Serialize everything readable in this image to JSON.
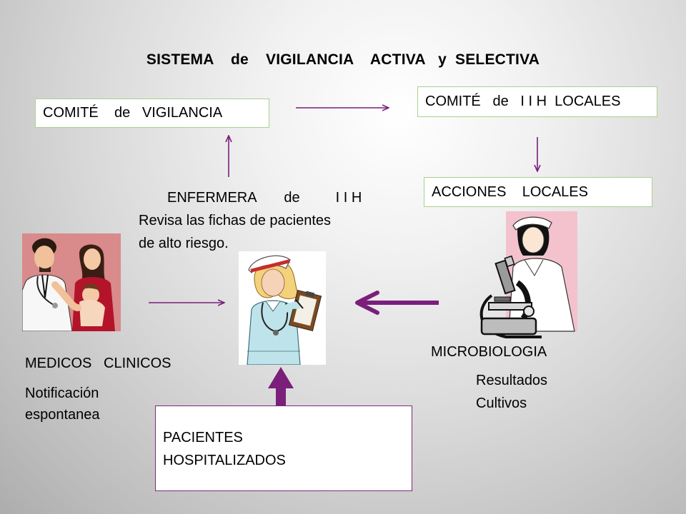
{
  "title": "SISTEMA    de    VIGILANCIA    ACTIVA   y  SELECTIVA",
  "nodes": {
    "comite_vigilancia": "COMITÉ    de   VIGILANCIA",
    "comite_iih_locales": "COMITÉ   de   I I H  LOCALES",
    "acciones_locales": "ACCIONES    LOCALES",
    "enfermera_iih": "ENFERMERA       de         I I H",
    "enfermera_desc_1": "Revisa las fichas de pacientes",
    "enfermera_desc_2": "de alto riesgo.",
    "medicos_clinicos": "MEDICOS   CLINICOS",
    "medicos_desc_1": "Notificación",
    "medicos_desc_2": "espontanea",
    "microbiologia": "MICROBIOLOGIA",
    "micro_desc_1": "Resultados",
    "micro_desc_2": "Cultivos",
    "pacientes_1": "PACIENTES",
    "pacientes_2": "HOSPITALIZADOS"
  },
  "icons": {
    "doctors": "doctors-with-child-illustration",
    "nurse": "nurse-with-clipboard-illustration",
    "microscope": "technician-with-microscope-illustration"
  },
  "colors": {
    "arrow": "#7a1f7a",
    "box_green_border": "#a9d18e",
    "box_purple_border": "#7a2a7a"
  }
}
